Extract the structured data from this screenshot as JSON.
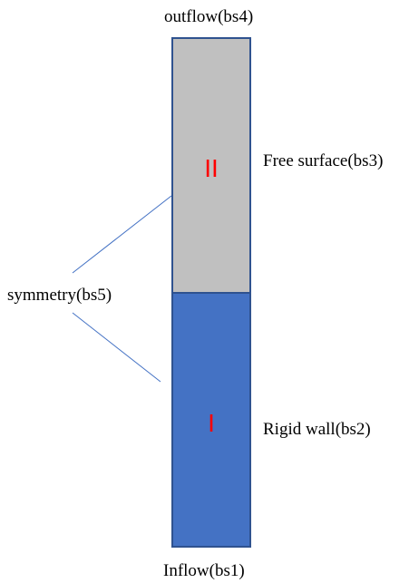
{
  "labels": {
    "top": "outflow(bs4)",
    "free_surface": "Free surface(bs3)",
    "symmetry": "symmetry(bs5)",
    "rigid_wall": "Rigid wall(bs2)",
    "bottom": "Inflow(bs1)"
  },
  "regions": {
    "upper": {
      "label": "II",
      "color": "#c0c0c0"
    },
    "lower": {
      "label": "I",
      "color": "#4472c4"
    }
  },
  "colors": {
    "border": "#2f528f",
    "region_label": "#ff0000",
    "leader_line": "#4472c4"
  }
}
